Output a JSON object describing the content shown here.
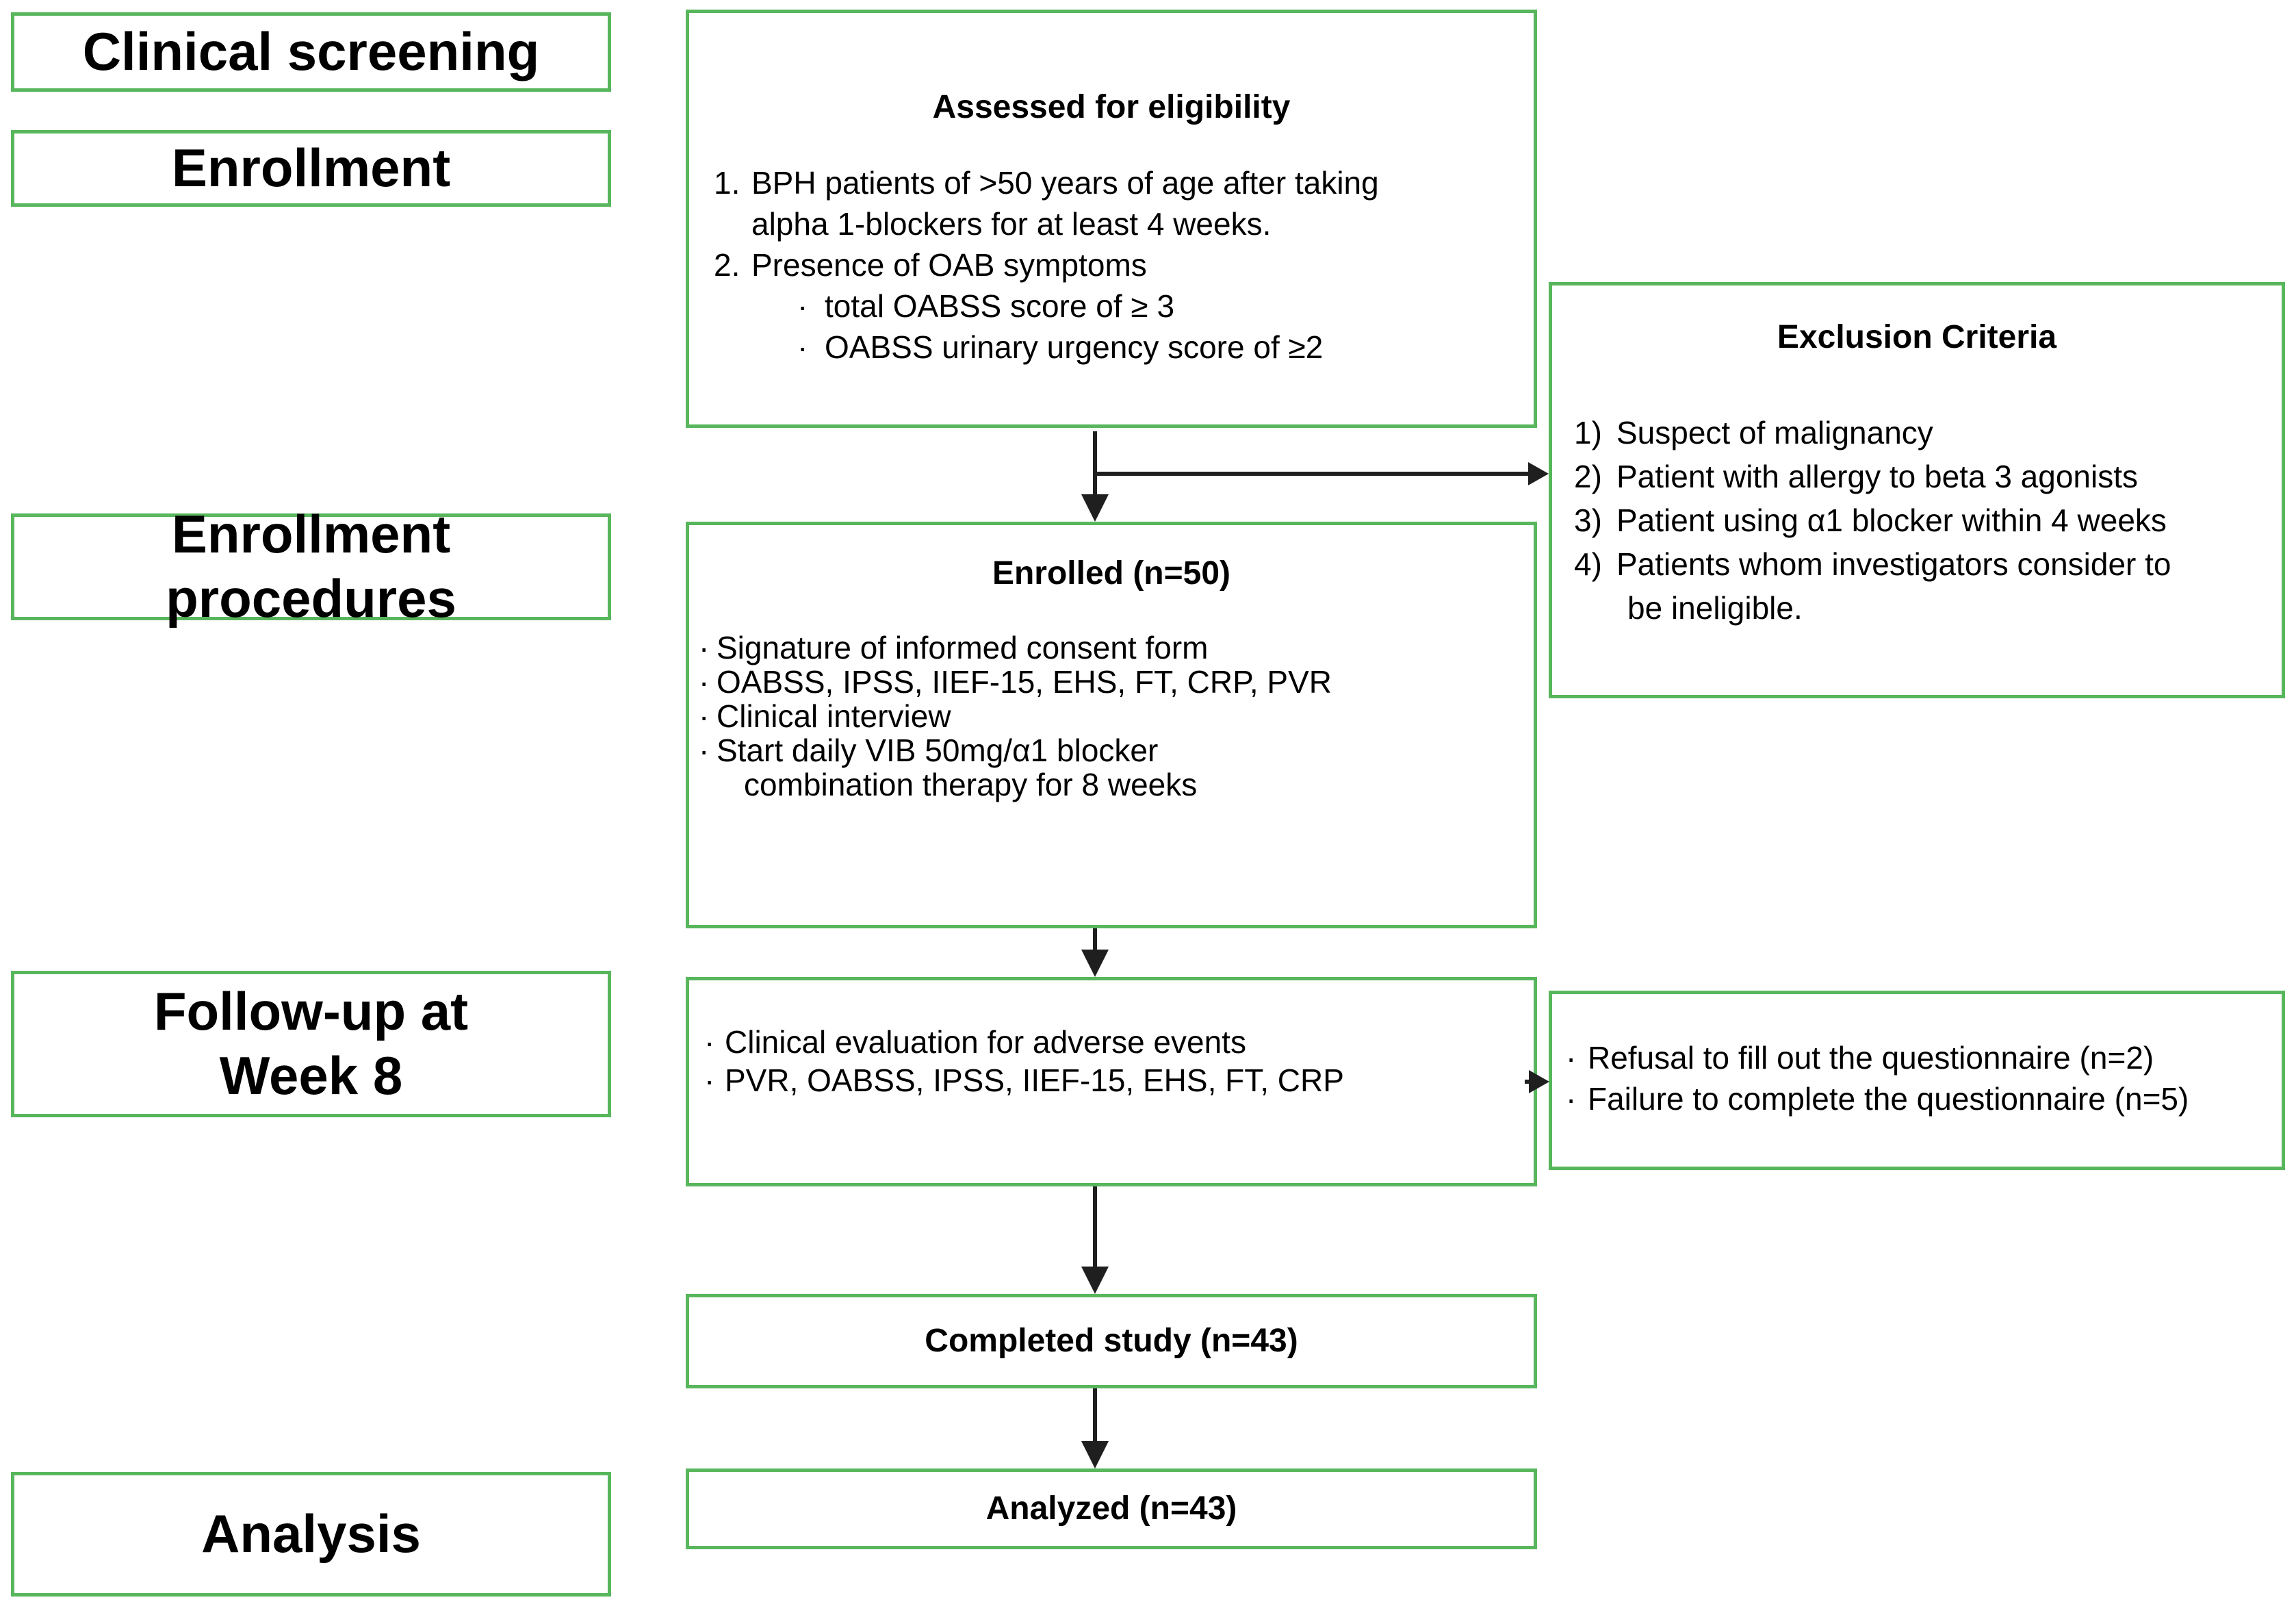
{
  "colors": {
    "box_border_green": "#58b65c",
    "arrow_black": "#1f1f1f",
    "background": "#ffffff",
    "text": "#000000"
  },
  "left_column": {
    "stages": [
      {
        "label": "Clinical screening"
      },
      {
        "label": "Enrollment"
      },
      {
        "label": "Enrollment\nprocedures"
      },
      {
        "label": "Follow-up at\nWeek 8"
      },
      {
        "label": "Analysis"
      }
    ]
  },
  "assessed": {
    "title": "Assessed for eligibility",
    "items": [
      {
        "marker": "1.",
        "text": "BPH patients of >50 years of age after taking"
      },
      {
        "marker": "",
        "text": "alpha 1-blockers for at least 4 weeks."
      },
      {
        "marker": "2.",
        "text": "Presence of OAB symptoms"
      },
      {
        "marker": "·",
        "text": "total OABSS score of ≥ 3"
      },
      {
        "marker": "·",
        "text": "OABSS urinary urgency score of ≥2"
      }
    ]
  },
  "enrolled": {
    "title": "Enrolled (n=50)",
    "items": [
      {
        "marker": "·",
        "text": "Signature of informed consent form"
      },
      {
        "marker": "·",
        "text": "OABSS, IPSS, IIEF-15, EHS, FT, CRP, PVR"
      },
      {
        "marker": "·",
        "text": "Clinical interview"
      },
      {
        "marker": "·",
        "text": "Start daily VIB 50mg/α1 blocker"
      },
      {
        "marker": "",
        "text": "combination therapy for 8 weeks"
      }
    ]
  },
  "followup": {
    "items": [
      {
        "marker": "·",
        "text": "Clinical evaluation for adverse events"
      },
      {
        "marker": "·",
        "text": "PVR, OABSS, IPSS, IIEF-15, EHS, FT, CRP"
      }
    ]
  },
  "completed": {
    "title": "Completed study (n=43)"
  },
  "analyzed": {
    "title": "Analyzed (n=43)"
  },
  "exclusion": {
    "title": "Exclusion Criteria",
    "items": [
      {
        "marker": "1)",
        "text": "Suspect of malignancy"
      },
      {
        "marker": "2)",
        "text": "Patient with allergy to beta 3 agonists"
      },
      {
        "marker": "3)",
        "text": "Patient using α1 blocker within 4 weeks"
      },
      {
        "marker": "4)",
        "text": "Patients whom investigators consider to"
      },
      {
        "marker": "",
        "text": "be ineligible."
      }
    ]
  },
  "dropout": {
    "items": [
      {
        "marker": "·",
        "text": "Refusal to fill out the questionnaire (n=2)"
      },
      {
        "marker": "·",
        "text": "Failure to complete the questionnaire (n=5)"
      }
    ]
  }
}
